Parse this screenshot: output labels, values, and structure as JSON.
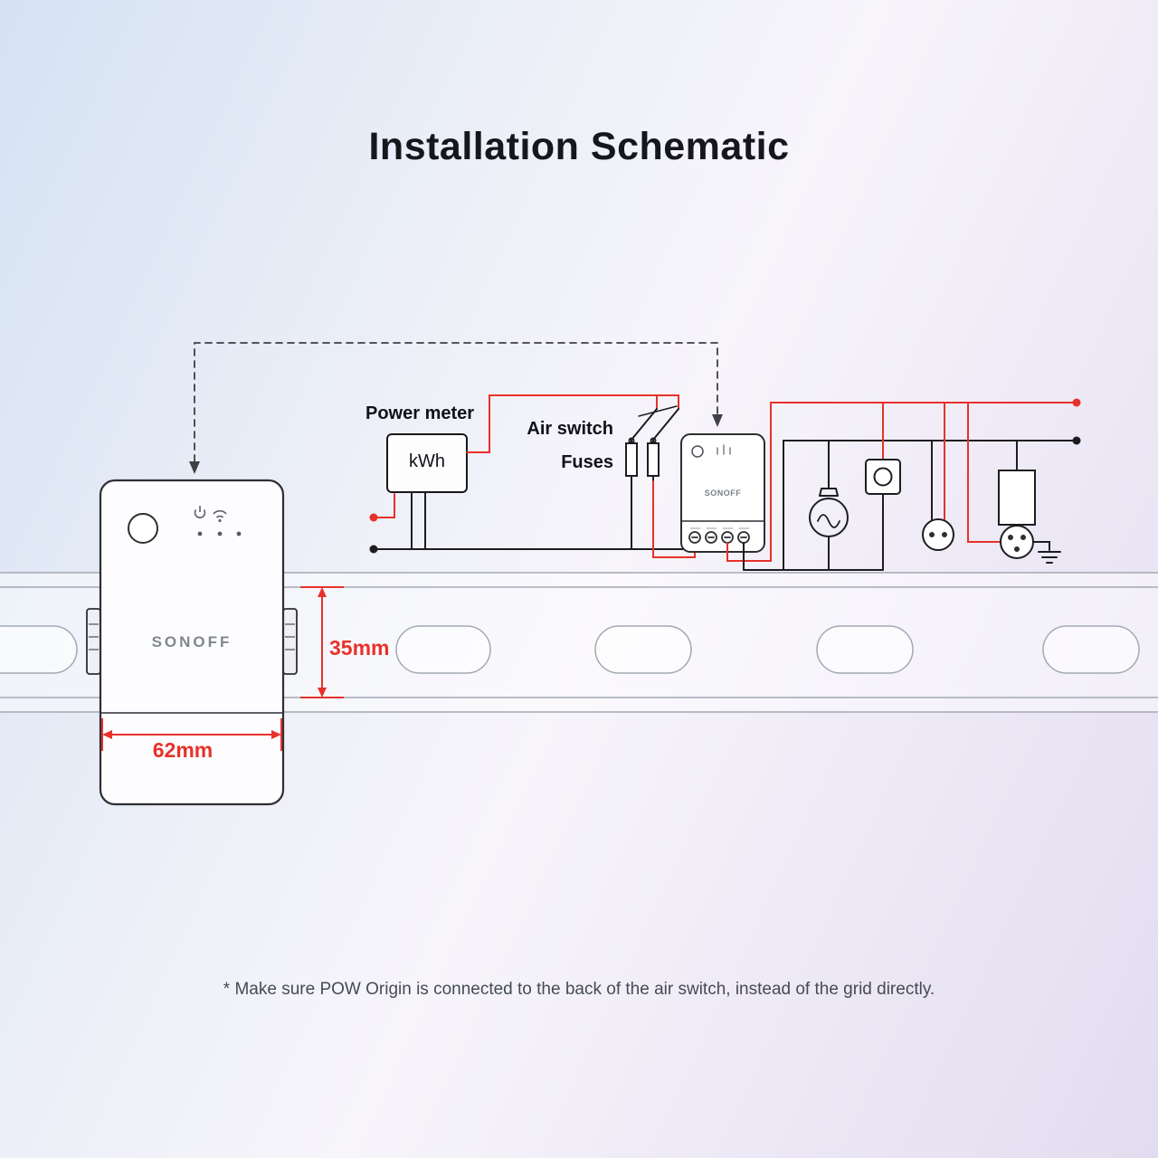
{
  "page": {
    "title": "Installation Schematic",
    "footnote": "* Make sure POW Origin is connected to the back of the air switch, instead of the grid directly."
  },
  "schematic": {
    "power_meter_label": "Power meter",
    "power_meter_unit": "kWh",
    "air_switch_label": "Air switch",
    "fuses_label": "Fuses",
    "pow_device_brand": "SONOFF"
  },
  "device": {
    "brand": "SONOFF"
  },
  "dimensions": {
    "rail_height": "35mm",
    "device_width": "62mm"
  },
  "colors": {
    "live_wire": "#e8312a",
    "neutral_wire": "#1d1d20",
    "dimension_red": "#e8312a",
    "outline": "#2e2e33",
    "rail_gray": "#a2a9b3"
  }
}
